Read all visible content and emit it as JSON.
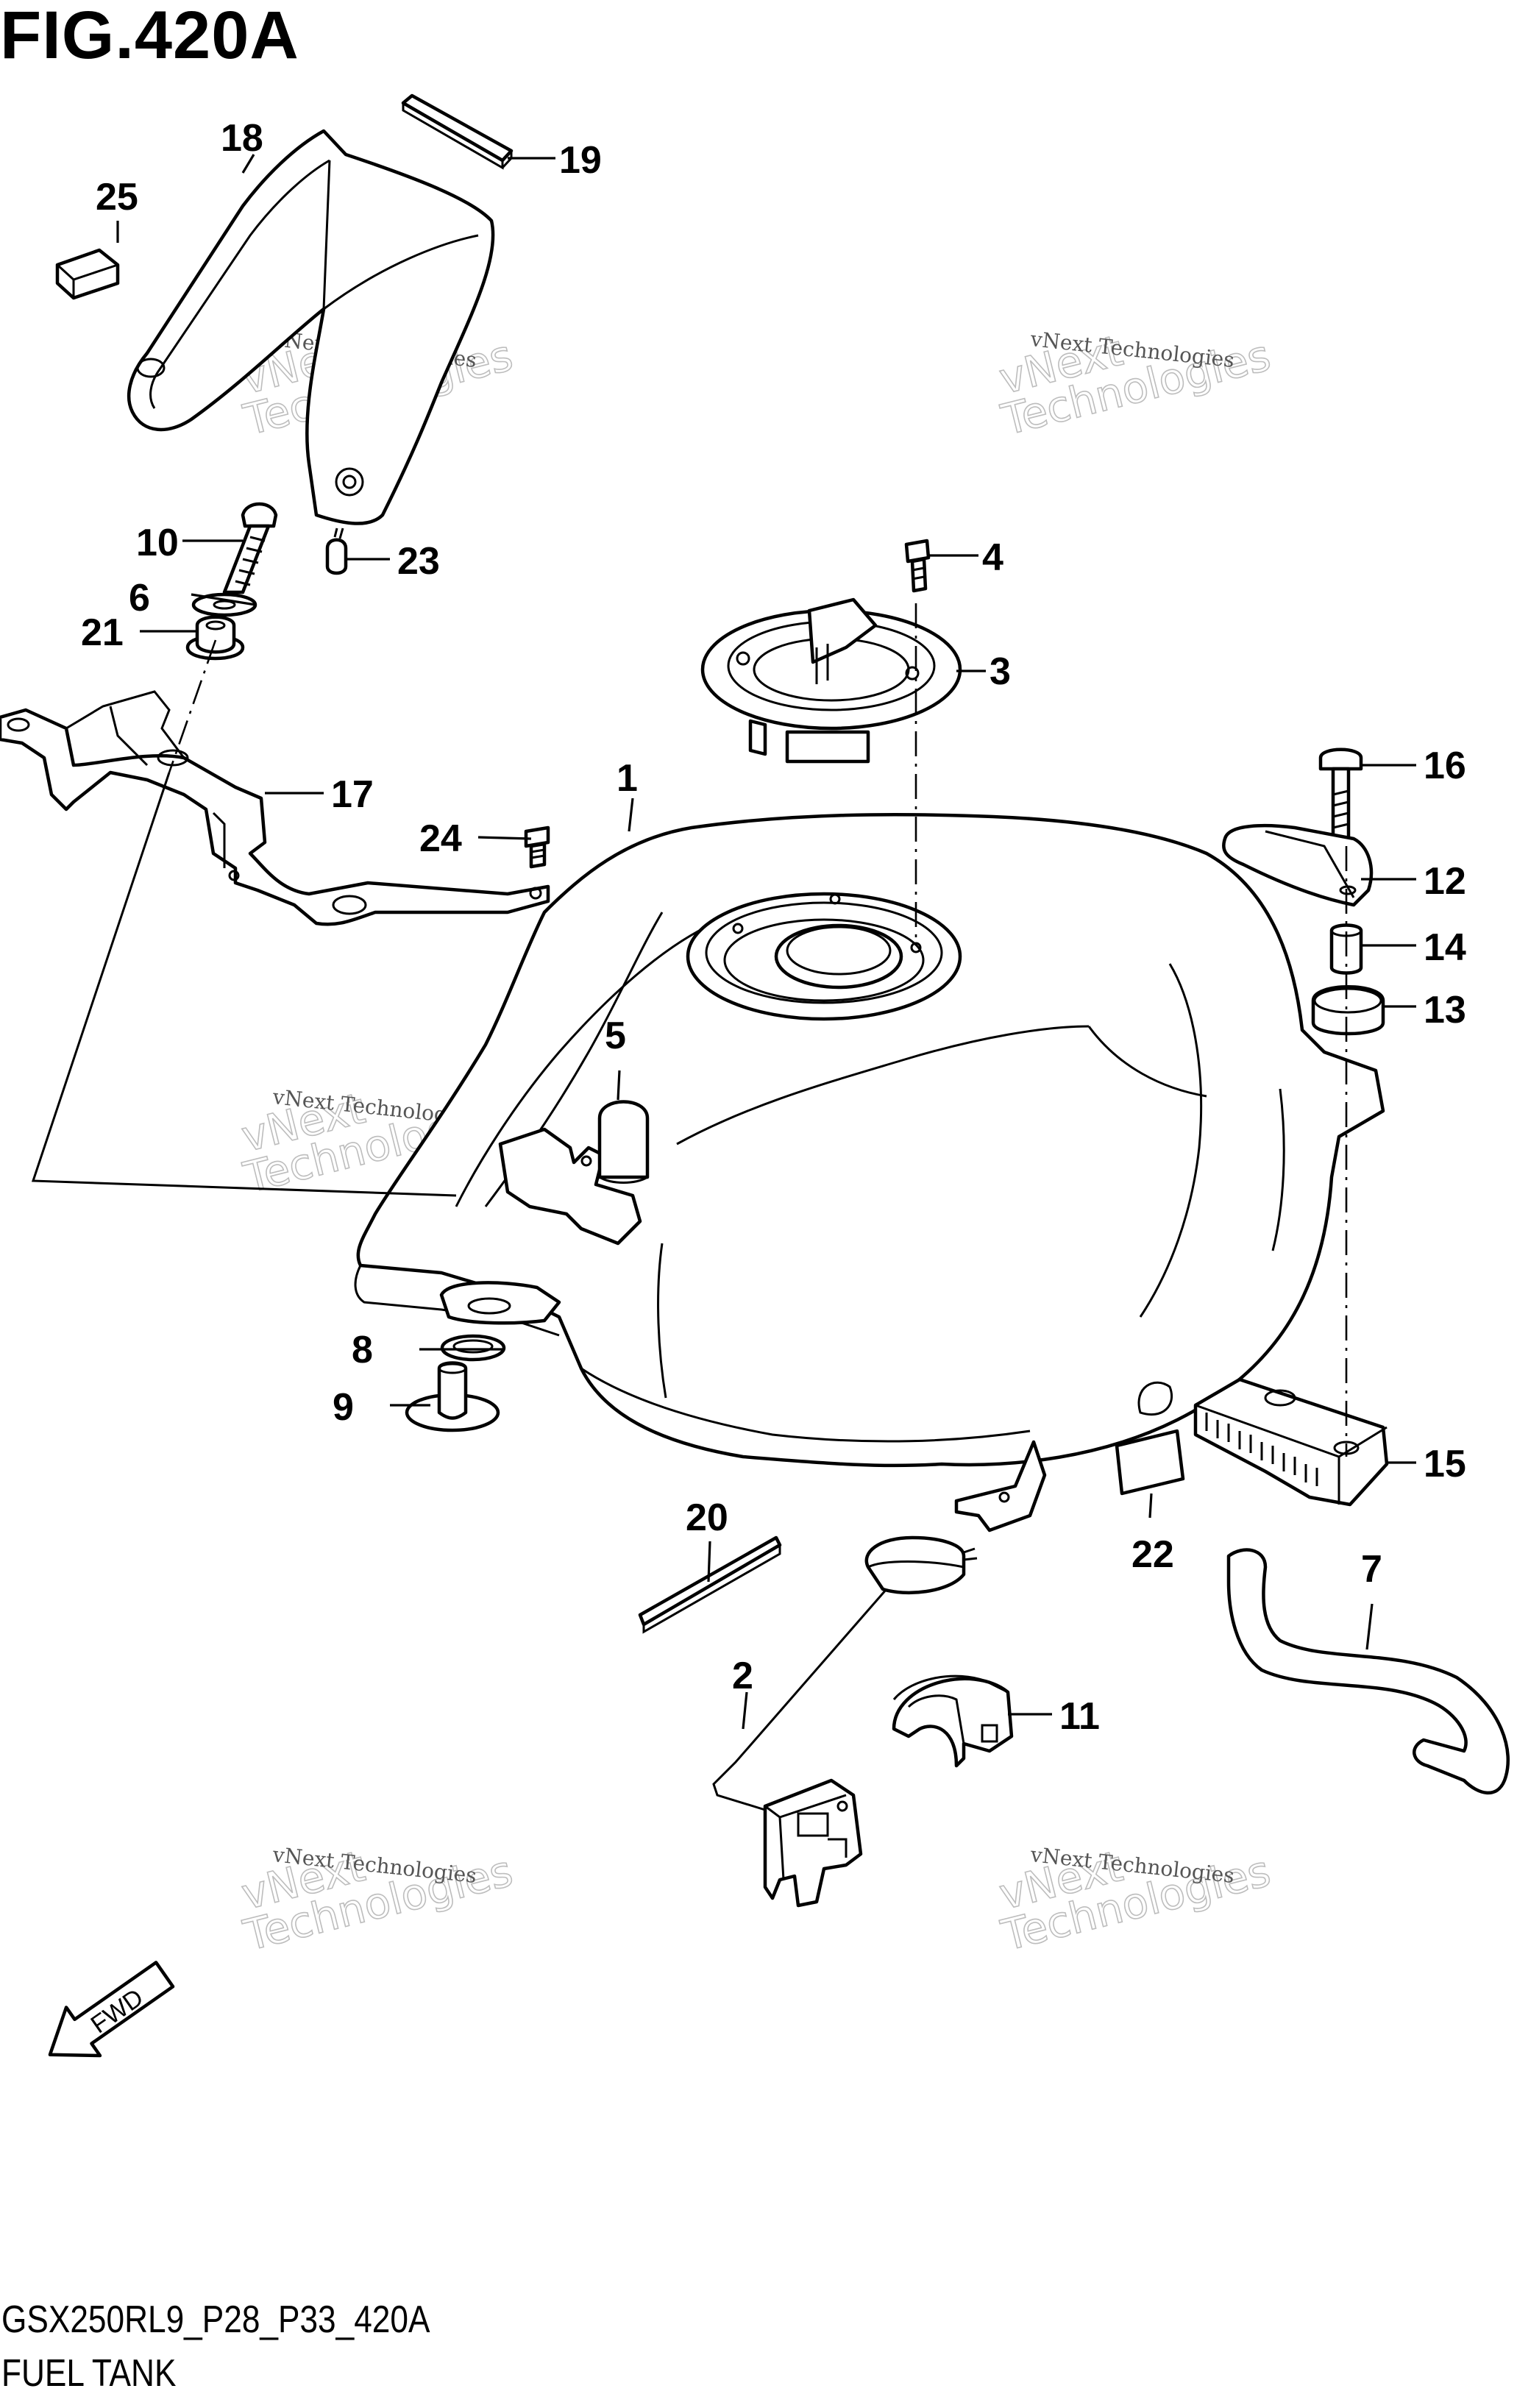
{
  "figure_title": "FIG.420A",
  "model_code": "GSX250RL9_P28_P33_420A",
  "caption": "FUEL TANK",
  "fwd_label": "FWD",
  "watermark": {
    "line1": "vNext Technologies",
    "line2": "vNext\nTechnologies"
  },
  "callouts": [
    "1",
    "2",
    "3",
    "4",
    "5",
    "6",
    "7",
    "8",
    "9",
    "10",
    "11",
    "12",
    "13",
    "14",
    "15",
    "16",
    "17",
    "18",
    "19",
    "20",
    "21",
    "22",
    "23",
    "24",
    "25"
  ]
}
